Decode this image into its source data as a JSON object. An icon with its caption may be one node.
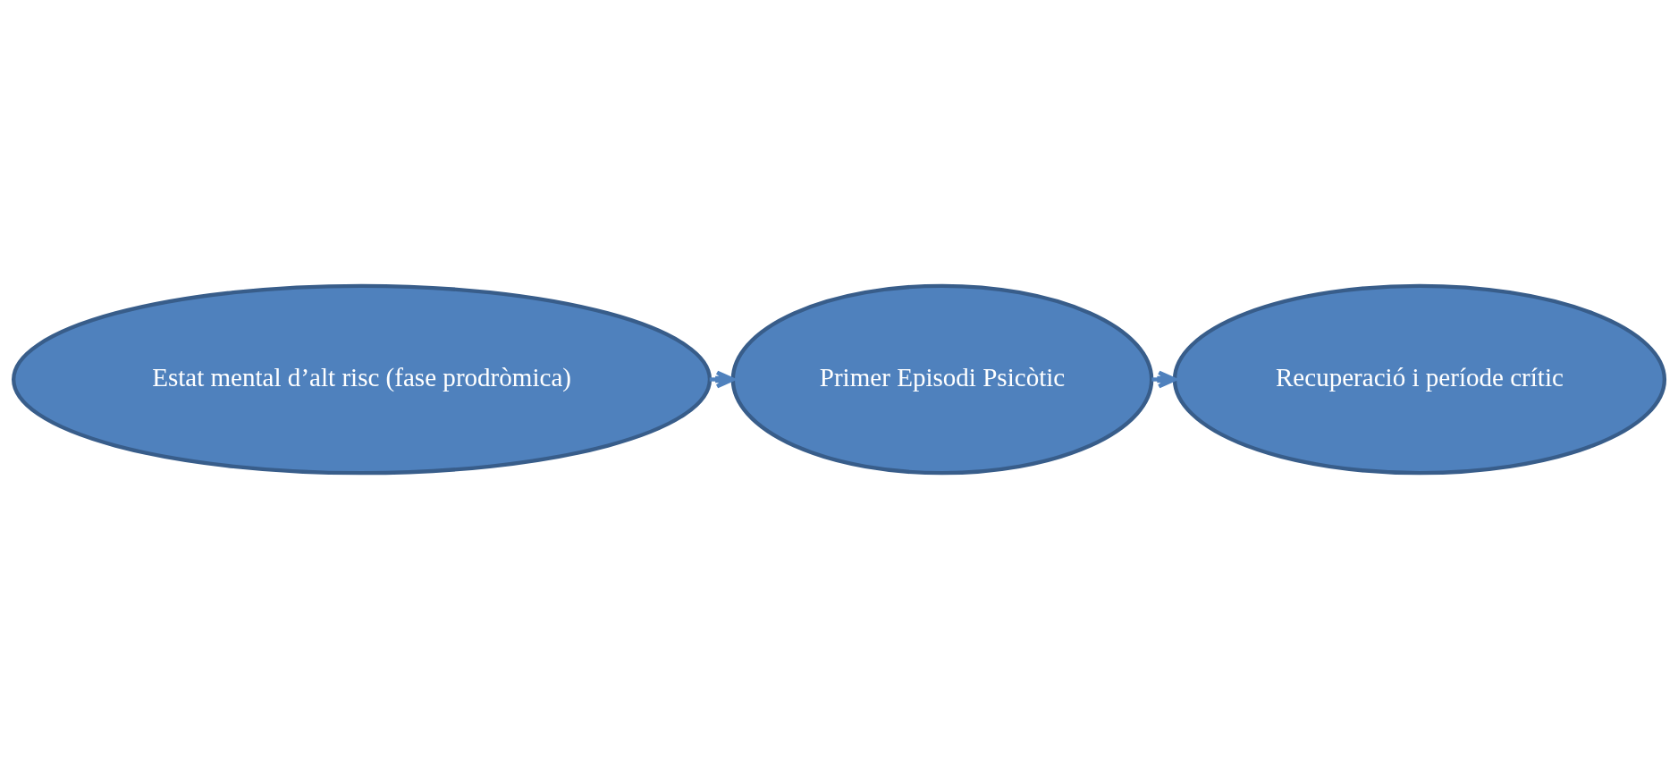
{
  "diagram": {
    "nodes": [
      {
        "text": [
          "Estat mental d’alt risc (fase prodròmica)"
        ]
      },
      {
        "text": [
          "Primer Episodi Psicòtic"
        ]
      },
      {
        "text": [
          "Recuperació i període crític"
        ]
      }
    ],
    "edges": [
      {
        "from": 0,
        "to": 1,
        "arrow": "to"
      },
      {
        "from": 1,
        "to": 2,
        "arrow": "to"
      }
    ]
  }
}
